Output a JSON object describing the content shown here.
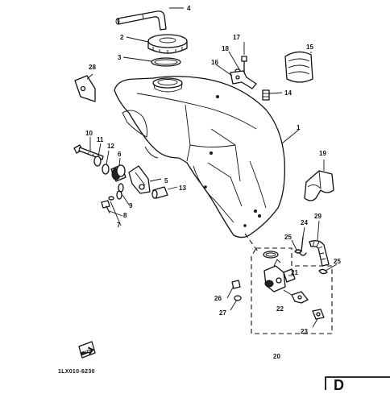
{
  "diagram": {
    "part_numbers": {
      "p1": "1",
      "p2": "2",
      "p3": "3",
      "p4": "4",
      "p5": "5",
      "p6": "6",
      "p7": "7",
      "p8": "8",
      "p9": "9",
      "p10": "10",
      "p11": "11",
      "p12": "12",
      "p13": "13",
      "p14": "14",
      "p15": "15",
      "p16": "16",
      "p17": "17",
      "p18": "18",
      "p19": "19",
      "p20": "20",
      "p21": "21",
      "p22": "22",
      "p23": "23",
      "p24": "24",
      "p25a": "25",
      "p25b": "25",
      "p26": "26",
      "p27": "27",
      "p28": "28",
      "p29": "29"
    },
    "drawing_code": "1LX010-6230",
    "fwd_label": "FWD",
    "corner_letter": "D"
  }
}
